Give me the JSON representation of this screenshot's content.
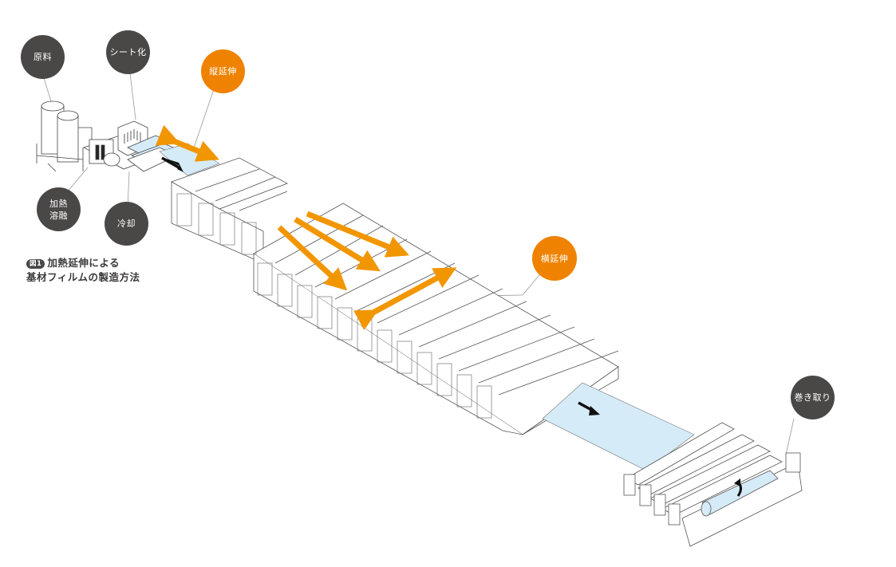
{
  "figure": {
    "badge": "図1",
    "caption_line1": "加熱延伸による",
    "caption_line2": "基材フィルムの製造方法"
  },
  "labels": {
    "raw_material": "原料",
    "sheet_forming": "シート化",
    "heat_melting_1": "加熱",
    "heat_melting_2": "溶融",
    "cooling": "冷却",
    "longitudinal_stretch": "縦延伸",
    "transverse_stretch": "横延伸",
    "winding": "巻き取り"
  },
  "colors": {
    "dark_bubble": "#4a4747",
    "accent_orange": "#ef8200",
    "arrow_orange": "#f29600",
    "film_blue": "#d6ebf8",
    "line_gray": "#555555"
  }
}
